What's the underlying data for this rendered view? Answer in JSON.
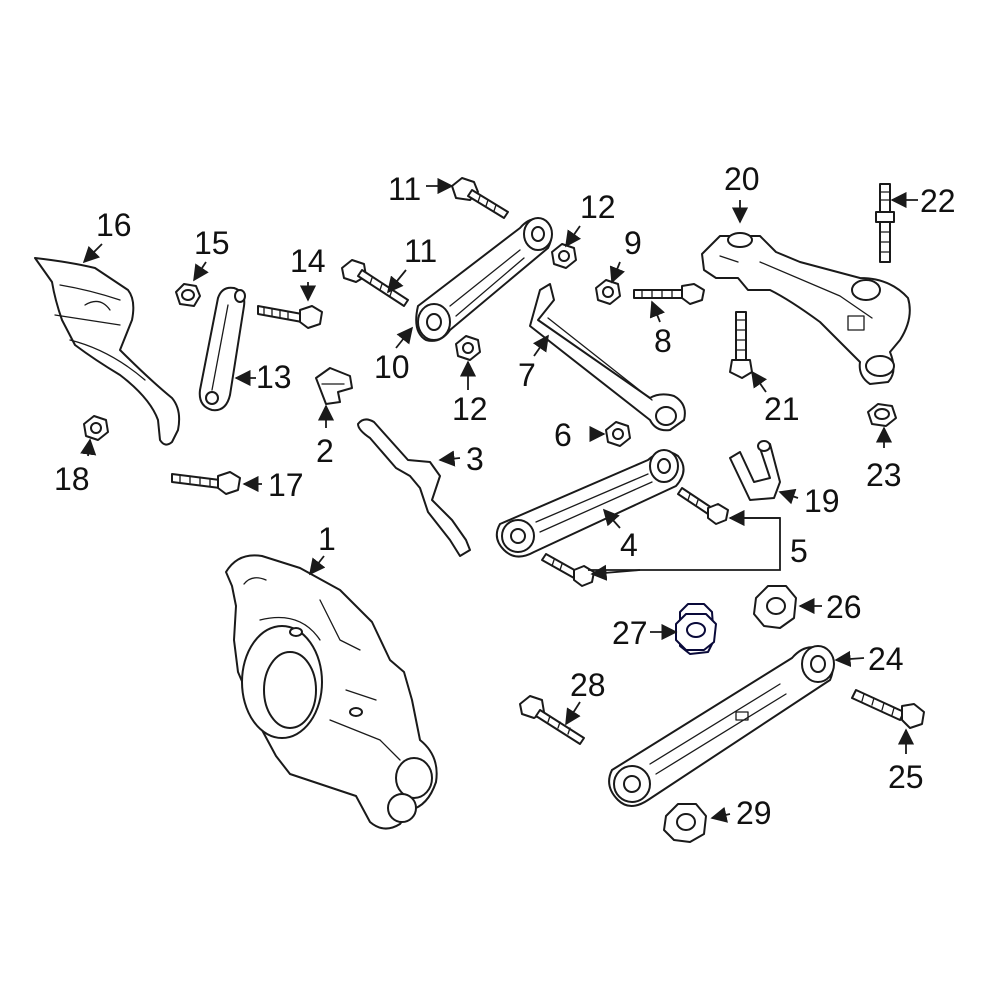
{
  "diagram": {
    "highlight_color": "#1f2fb8",
    "highlighted_part": "27",
    "callouts": {
      "c1": "1",
      "c2": "2",
      "c3": "3",
      "c4": "4",
      "c5": "5",
      "c6": "6",
      "c7": "7",
      "c8": "8",
      "c9": "9",
      "c10": "10",
      "c11a": "11",
      "c11b": "11",
      "c12a": "12",
      "c12b": "12",
      "c13": "13",
      "c14": "14",
      "c15": "15",
      "c16": "16",
      "c17": "17",
      "c18": "18",
      "c19": "19",
      "c20": "20",
      "c21": "21",
      "c22": "22",
      "c23": "23",
      "c24": "24",
      "c25": "25",
      "c26": "26",
      "c27": "27",
      "c28": "28",
      "c29": "29"
    }
  }
}
